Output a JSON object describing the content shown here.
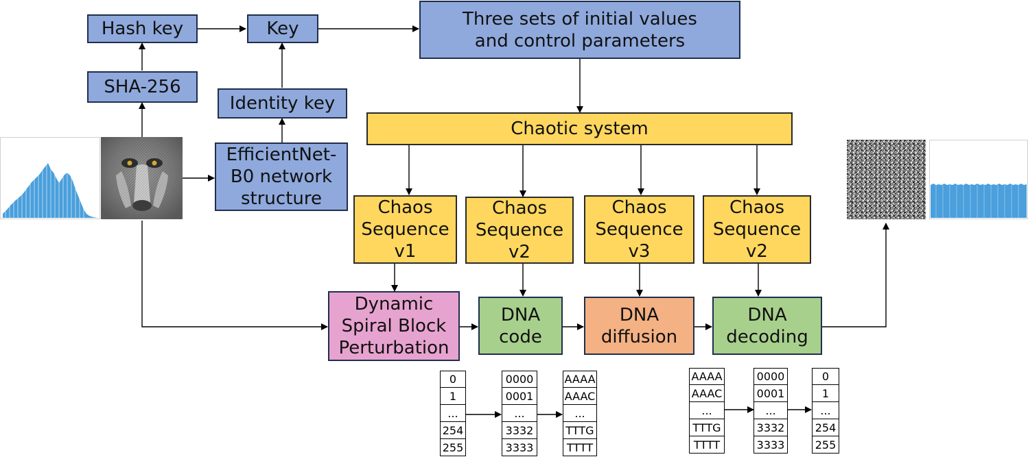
{
  "nodes": {
    "hash_key": "Hash key",
    "key": "Key",
    "initial_values": "Three sets of initial values\nand control parameters",
    "sha256": "SHA-256",
    "identity_key": "Identity key",
    "chaotic_system": "Chaotic system",
    "efficientnet": "EfficientNet-\nB0 network\nstructure",
    "chaos_seq_1": "Chaos\nSequence\nv1",
    "chaos_seq_2": "Chaos\nSequence\nv2",
    "chaos_seq_3": "Chaos\nSequence\nv3",
    "chaos_seq_4": "Chaos\nSequence\nv2",
    "perturbation": "Dynamic\nSpiral Block\nPerturbation",
    "dna_code": "DNA\ncode",
    "dna_diffusion": "DNA\ndiffusion",
    "dna_decoding": "DNA\ndecoding"
  },
  "encode_tables": [
    [
      "0",
      "1",
      "...",
      "254",
      "255"
    ],
    [
      "0000",
      "0001",
      "...",
      "3332",
      "3333"
    ],
    [
      "AAAA",
      "AAAC",
      "...",
      "TTTG",
      "TTTT"
    ]
  ],
  "decode_tables": [
    [
      "AAAA",
      "AAAC",
      "...",
      "TTTG",
      "TTTT"
    ],
    [
      "0000",
      "0001",
      "...",
      "3332",
      "3333"
    ],
    [
      "0",
      "1",
      "...",
      "254",
      "255"
    ]
  ],
  "colors": {
    "blue_box": "#8fa9dc",
    "yellow_box": "#ffd75e",
    "pink_box": "#e7a3cf",
    "green_box": "#a8d08d",
    "orange_box": "#f4b183",
    "histogram": "#4a9fdc"
  },
  "images": {
    "plain_image": "baboon-image",
    "plain_histogram": "histogram-image",
    "cipher_image": "noise-image",
    "cipher_histogram": "flat-histogram-image"
  }
}
